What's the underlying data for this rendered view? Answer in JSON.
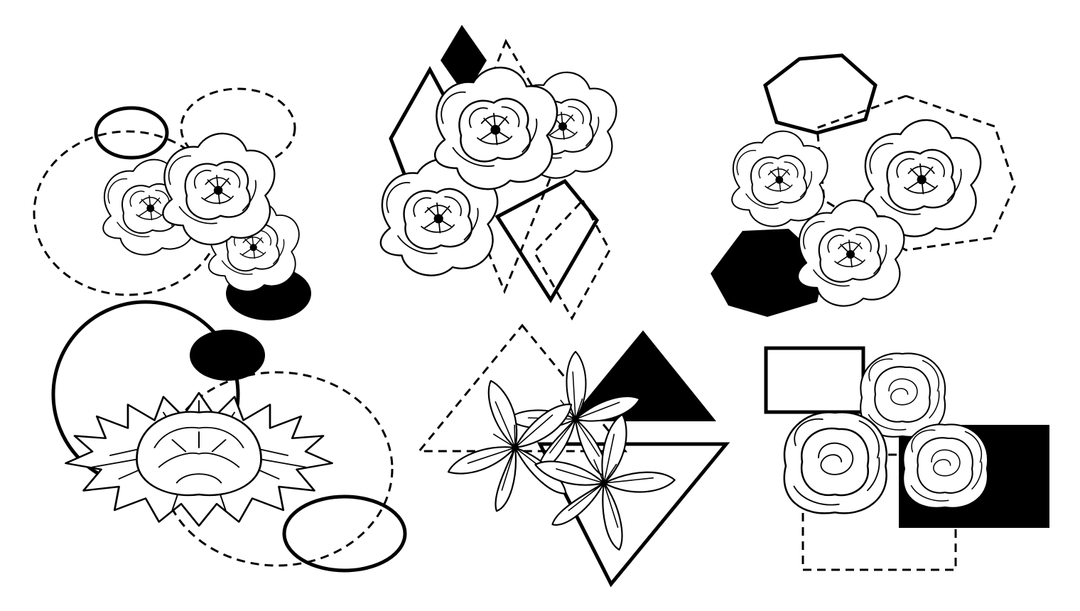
{
  "artwork": {
    "colors": {
      "ink": "#000000",
      "background": "#ffffff"
    },
    "motifs": [
      {
        "flower": "peony",
        "shapes": [
          "circle-outline",
          "circle-dashed",
          "circle-dashed",
          "circle-filled"
        ]
      },
      {
        "flower": "peony",
        "shapes": [
          "rhombus-filled",
          "rhombus-outline",
          "rhombus-dashed",
          "rhombus-outline",
          "rhombus-dashed"
        ]
      },
      {
        "flower": "anemone",
        "shapes": [
          "heptagon-outline",
          "heptagon-dashed",
          "heptagon-filled"
        ]
      },
      {
        "flower": "chrysanthemum",
        "shapes": [
          "circle-outline",
          "circle-filled",
          "circle-dashed",
          "circle-outline"
        ]
      },
      {
        "flower": "lily",
        "shapes": [
          "triangle-dashed",
          "triangle-filled",
          "triangle-outline"
        ]
      },
      {
        "flower": "rose",
        "shapes": [
          "square-outline",
          "square-filled",
          "square-dashed"
        ]
      }
    ]
  }
}
